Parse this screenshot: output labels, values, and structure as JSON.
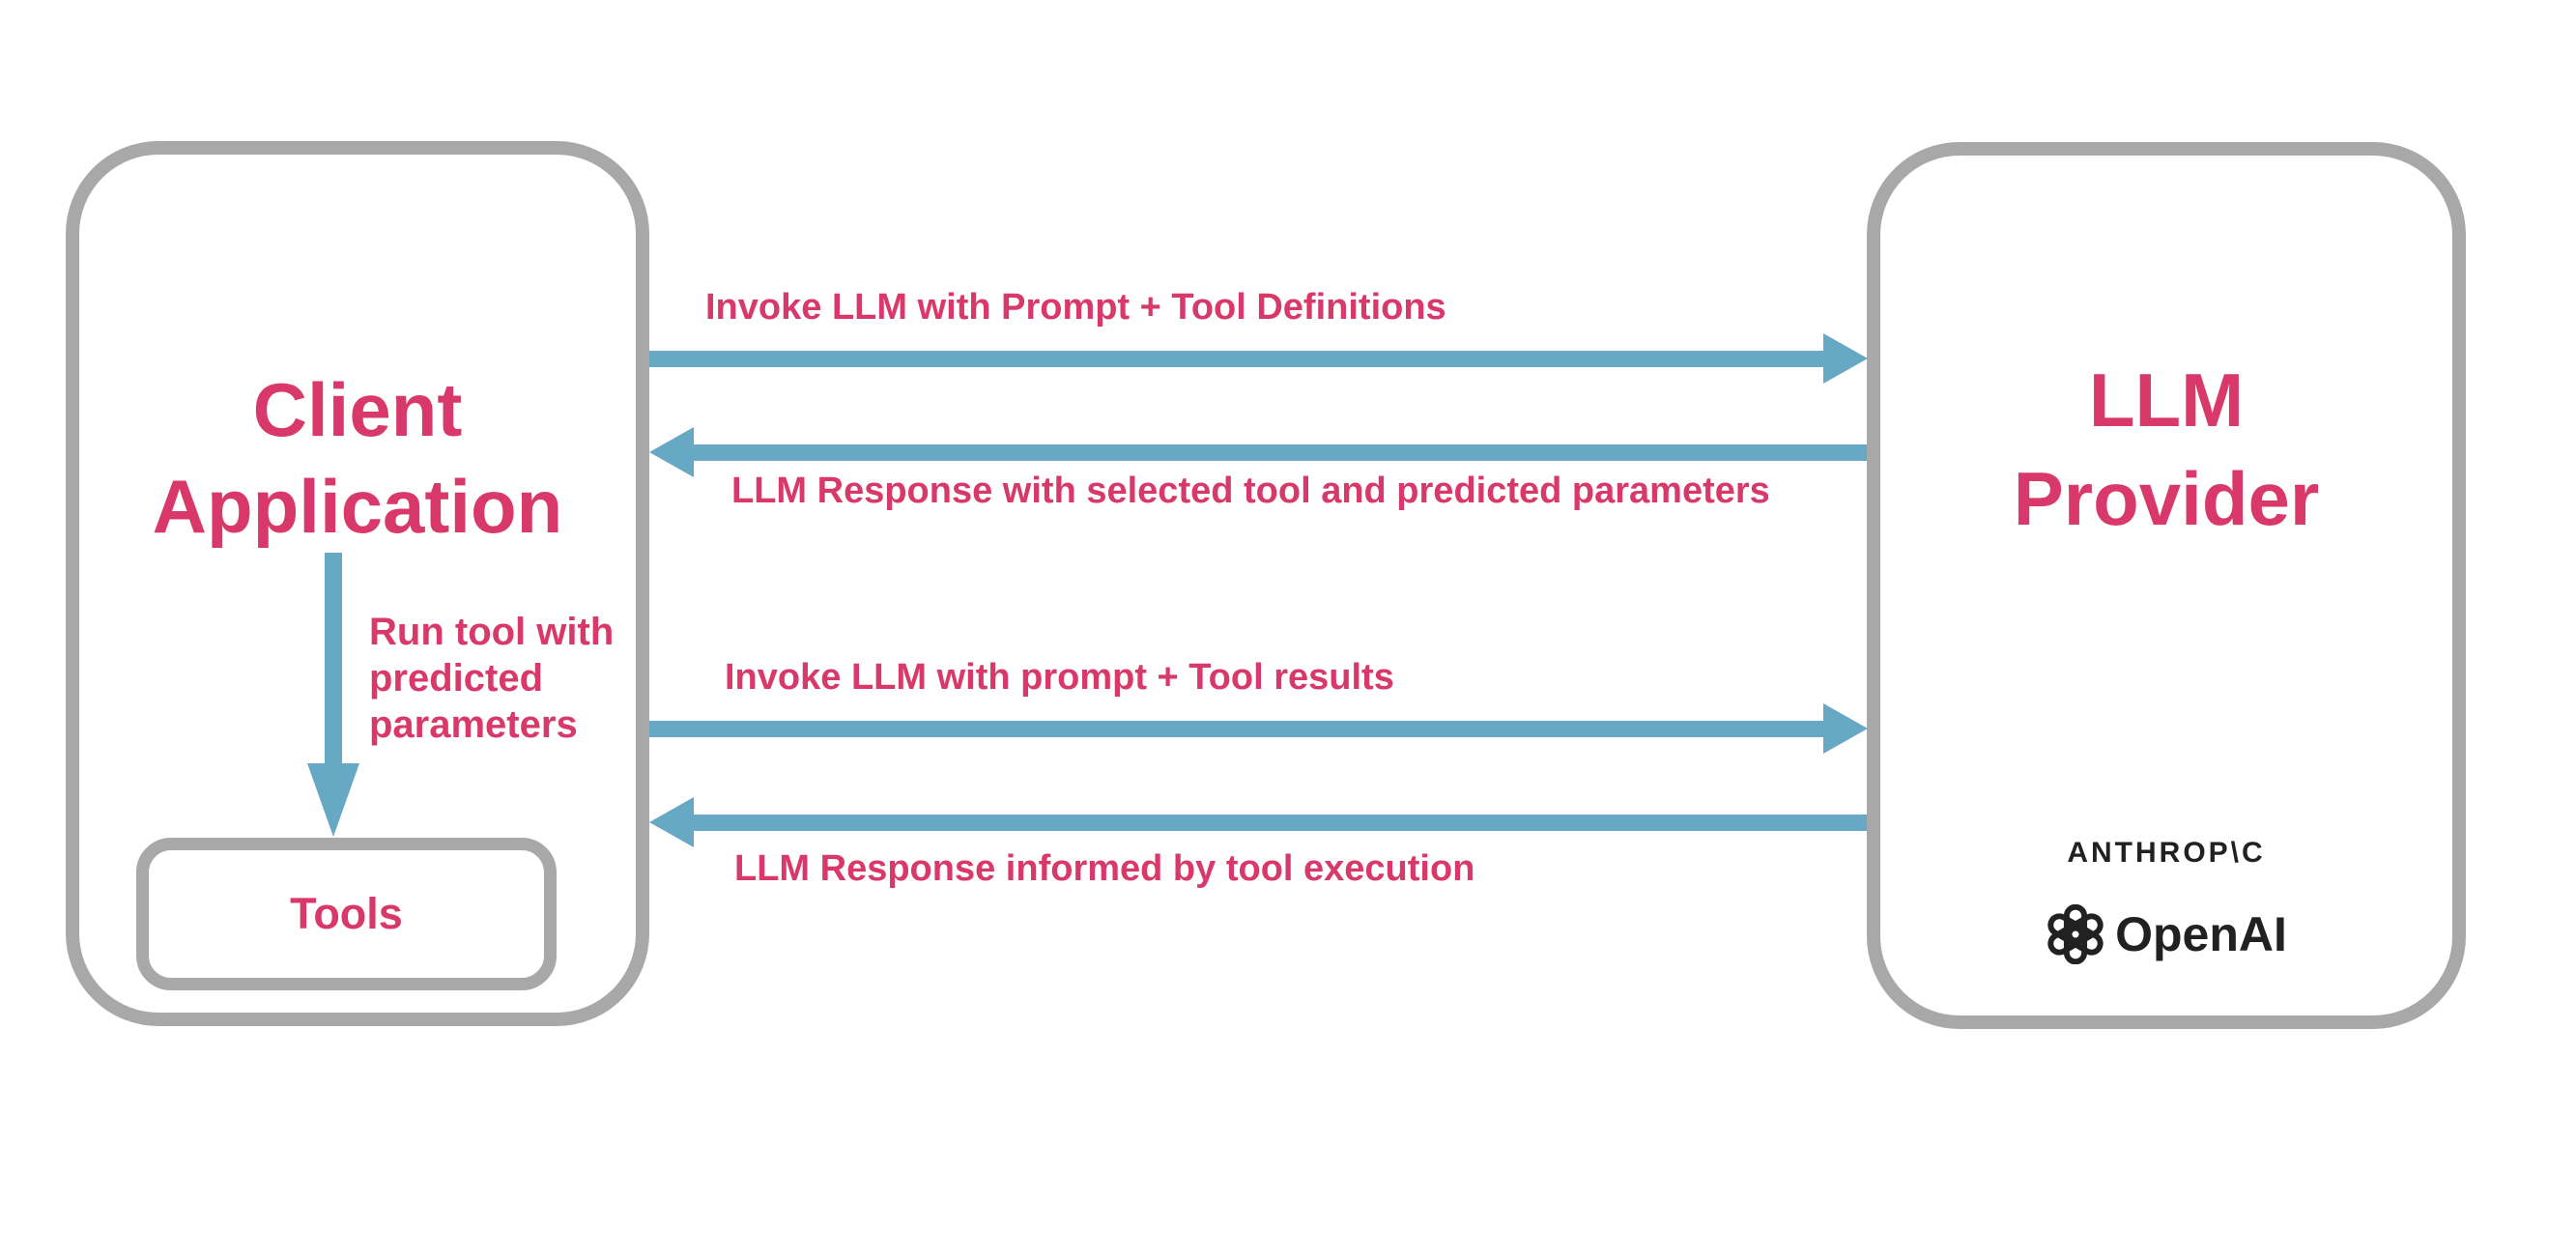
{
  "colors": {
    "pink": "#d8386a",
    "blue": "#67a8c5",
    "gray": "#a8a8a8",
    "logo_black": "#212121",
    "background": "#ffffff"
  },
  "client_box": {
    "title_lines": [
      "Client",
      "Application"
    ],
    "tools_label": "Tools"
  },
  "llm_box": {
    "title_lines": [
      "LLM",
      "Provider"
    ],
    "logos": {
      "anthropic": "ANTHROP\\C",
      "openai": "OpenAI"
    }
  },
  "flows": [
    {
      "direction": "right",
      "label": "Invoke LLM with Prompt + Tool Definitions"
    },
    {
      "direction": "left",
      "label": "LLM Response with selected tool and predicted parameters"
    },
    {
      "direction": "right",
      "label": "Invoke LLM with prompt + Tool results"
    },
    {
      "direction": "left",
      "label": "LLM Response informed by tool execution"
    }
  ],
  "internal_flow": {
    "label_lines": [
      "Run tool with",
      "predicted",
      "parameters"
    ]
  }
}
